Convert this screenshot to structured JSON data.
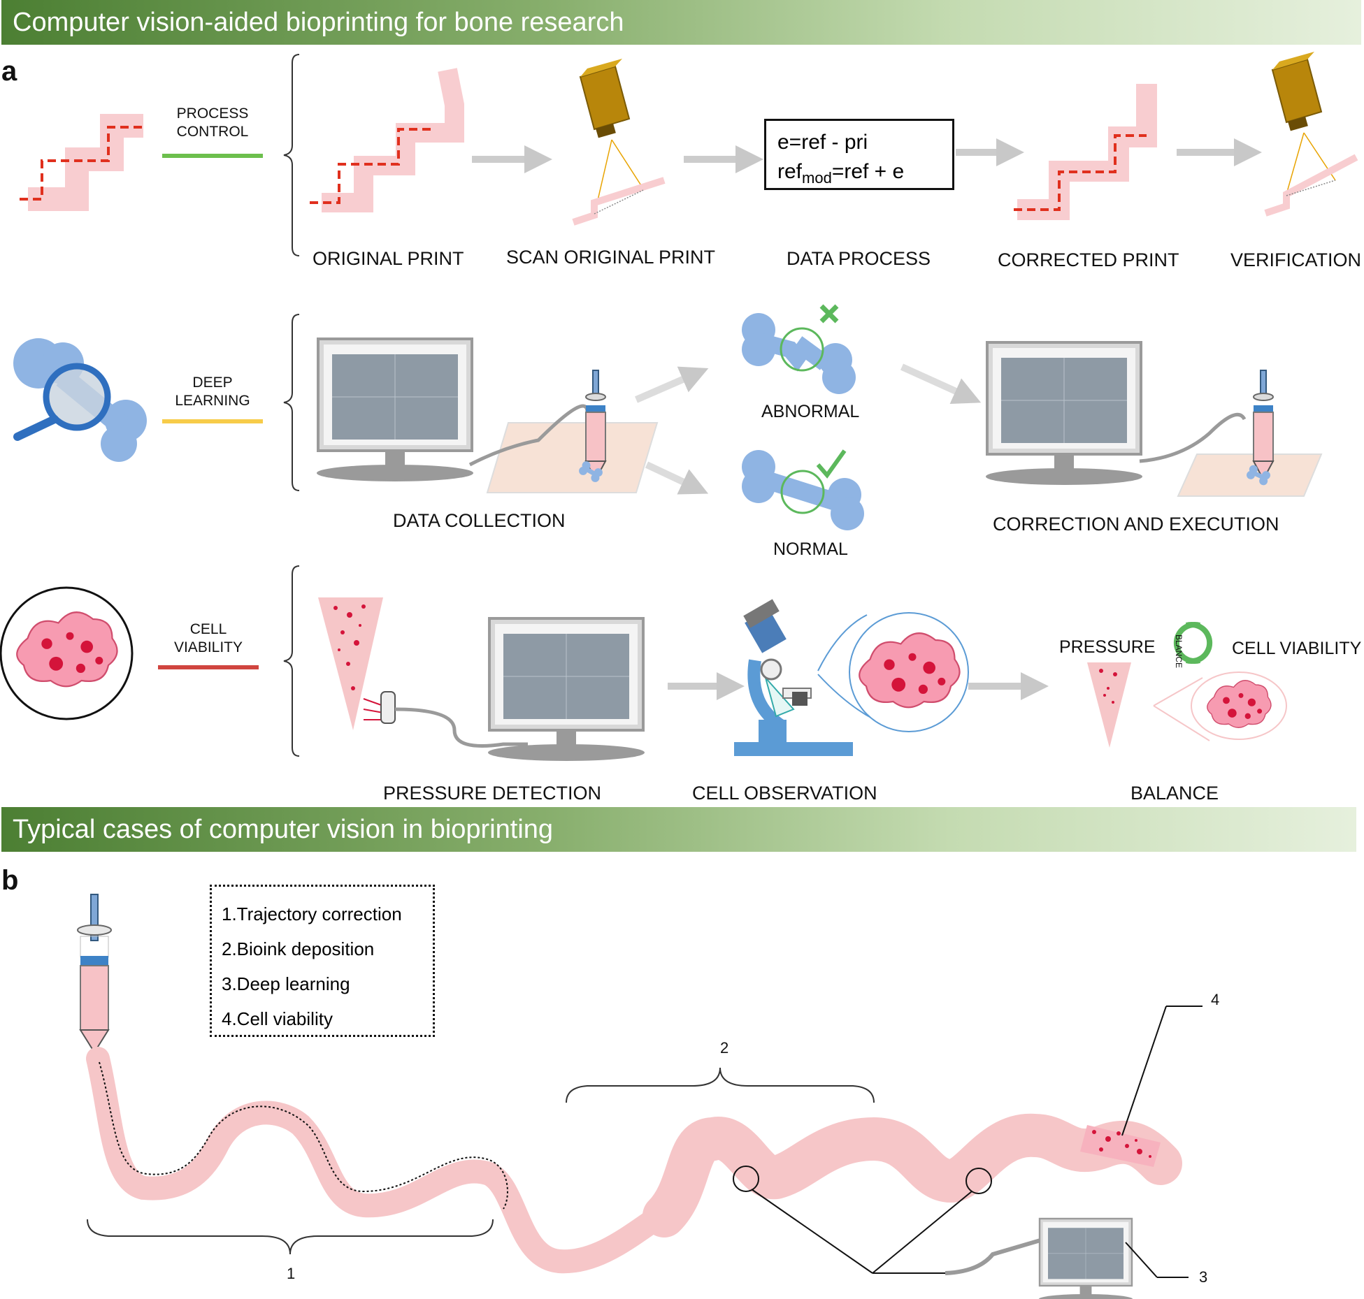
{
  "banners": {
    "top": "Computer vision-aided bioprinting for bone research",
    "bottom": "Typical cases of computer vision in bioprinting"
  },
  "panels": {
    "a": "a",
    "b": "b"
  },
  "rows": {
    "process_control": {
      "name_line1": "PROCESS",
      "name_line2": "CONTROL",
      "line_color": "#6cbf4d",
      "steps": [
        "ORIGINAL PRINT",
        "SCAN ORIGINAL PRINT",
        "DATA PROCESS",
        "CORRECTED PRINT",
        "VERIFICATION"
      ],
      "formula_line1": "e=ref  -  pri",
      "formula_line2_main": "ref",
      "formula_line2_sub": "mod",
      "formula_line2_rest": "=ref + e"
    },
    "deep_learning": {
      "name_line1": "DEEP",
      "name_line2": "LEARNING",
      "line_color": "#f7cc49",
      "steps": [
        "DATA COLLECTION",
        "CORRECTION AND EXECUTION"
      ],
      "outcomes": [
        "ABNORMAL",
        "NORMAL"
      ]
    },
    "cell_viability": {
      "name_line1": "CELL",
      "name_line2": "VIABILITY",
      "line_color": "#d0453f",
      "steps": [
        "PRESSURE DETECTION",
        "CELL OBSERVATION",
        "BALANCE"
      ],
      "balance_left": "PRESSURE",
      "balance_right": "CELL VIABILITY",
      "balance_arrow_text": "BLANCE"
    }
  },
  "legend": {
    "items": [
      "1.Trajectory correction",
      "2.Bioink deposition",
      "3.Deep learning",
      "4.Cell viability"
    ]
  },
  "callouts": {
    "one": "1",
    "two": "2",
    "three": "3",
    "four": "4"
  },
  "colors": {
    "bioink_pink": "#f6c6c8",
    "trajectory_red": "#e0301e",
    "bone_blue": "#8fb4e3",
    "camera_gold": "#b8860b",
    "cell_red": "#d4143a",
    "arrow_gray": "#cfcfcf"
  }
}
